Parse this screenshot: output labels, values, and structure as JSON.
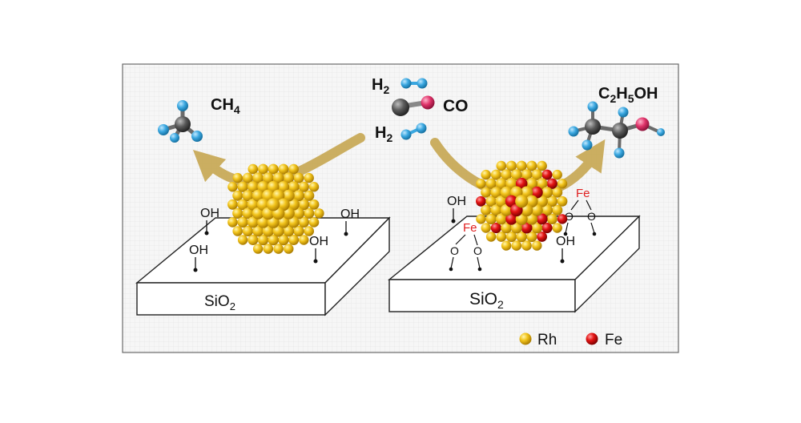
{
  "colors": {
    "panel_bg": "#f4f4f4",
    "panel_border": "#6a6a6a",
    "arrow": "#c8a855",
    "rh": "#f2c21a",
    "fe": "#e01818",
    "hydrogen": "#3aa7e0",
    "carbon": "#555555",
    "oxygen": "#e0336a",
    "fe_label": "#e02020"
  },
  "reactants": {
    "h2_top": {
      "main": "H",
      "sub": "2"
    },
    "co": "CO",
    "h2_bottom": {
      "main": "H",
      "sub": "2"
    }
  },
  "products": {
    "methane": {
      "a": "CH",
      "sub": "4"
    },
    "ethanol": {
      "a": "C",
      "sub1": "2",
      "b": "H",
      "sub2": "5",
      "c": "OH"
    }
  },
  "left_support": {
    "label": "SiO",
    "sub": "2",
    "hydroxyls": [
      "OH",
      "OH",
      "OH",
      "OH"
    ]
  },
  "right_support": {
    "label": "SiO",
    "sub": "2",
    "hydroxyls": [
      "OH",
      "OH"
    ],
    "fe_sites": [
      "Fe",
      "Fe"
    ],
    "oxygen_letter": "O"
  },
  "legend": [
    {
      "label": "Rh",
      "color_key": "rh"
    },
    {
      "label": "Fe",
      "color_key": "fe"
    }
  ]
}
